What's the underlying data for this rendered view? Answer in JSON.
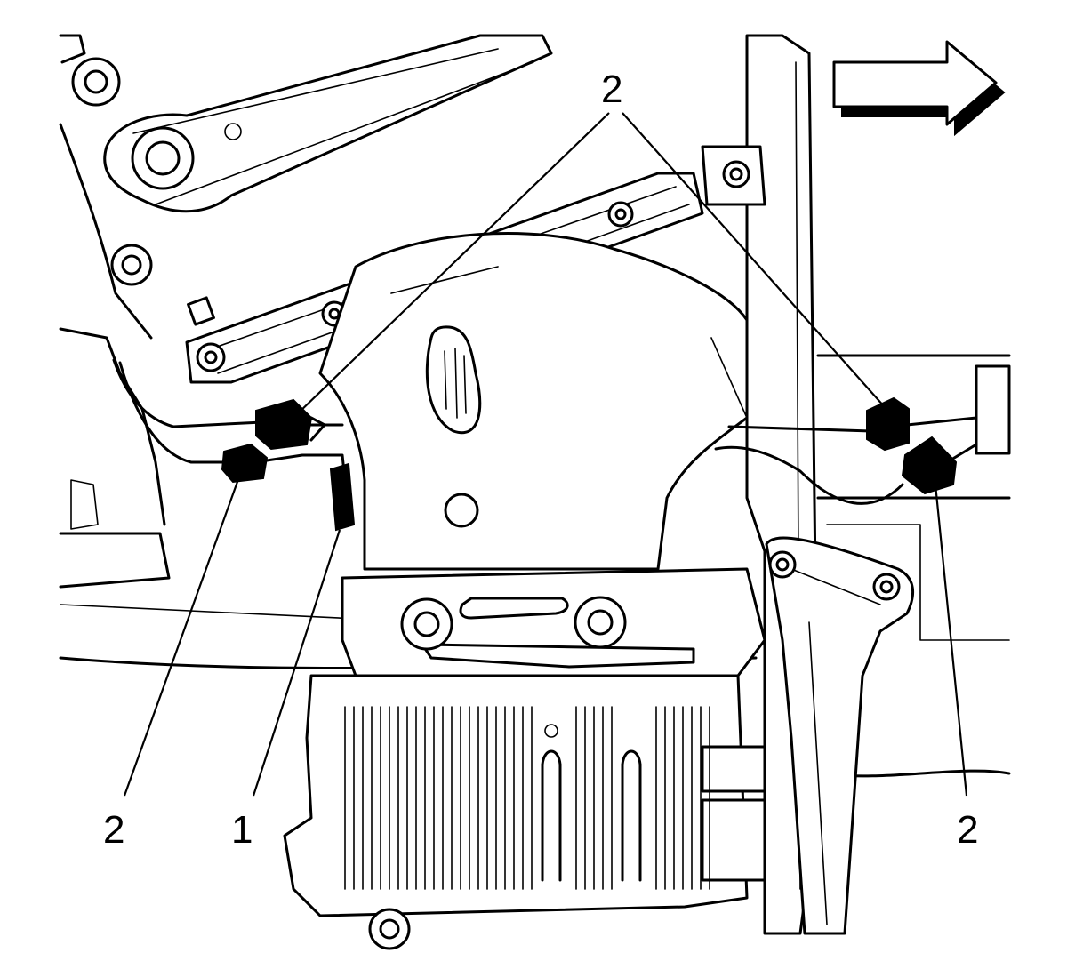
{
  "callouts": [
    {
      "id": "callout-2-top",
      "label": "2"
    },
    {
      "id": "callout-2-left",
      "label": "2"
    },
    {
      "id": "callout-1",
      "label": "1"
    },
    {
      "id": "callout-2-right",
      "label": "2"
    }
  ],
  "icons": {
    "direction_arrow": "arrow-right-icon"
  },
  "colors": {
    "ink": "#000000",
    "paper": "#ffffff"
  }
}
